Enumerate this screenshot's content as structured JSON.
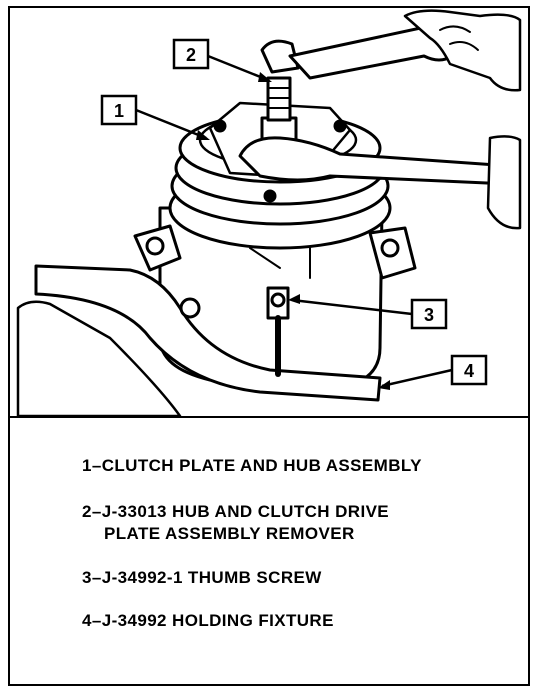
{
  "callouts": [
    {
      "number": "1"
    },
    {
      "number": "2"
    },
    {
      "number": "3"
    },
    {
      "number": "4"
    }
  ],
  "legend": [
    {
      "line1": "1–CLUTCH PLATE  AND HUB ASSEMBLY"
    },
    {
      "line1": "2–J-33013 HUB AND CLUTCH DRIVE",
      "line2": "PLATE ASSEMBLY REMOVER"
    },
    {
      "line1": "3–J-34992-1   THUMB SCREW"
    },
    {
      "line1": "4–J-34992 HOLDING FIXTURE"
    }
  ]
}
